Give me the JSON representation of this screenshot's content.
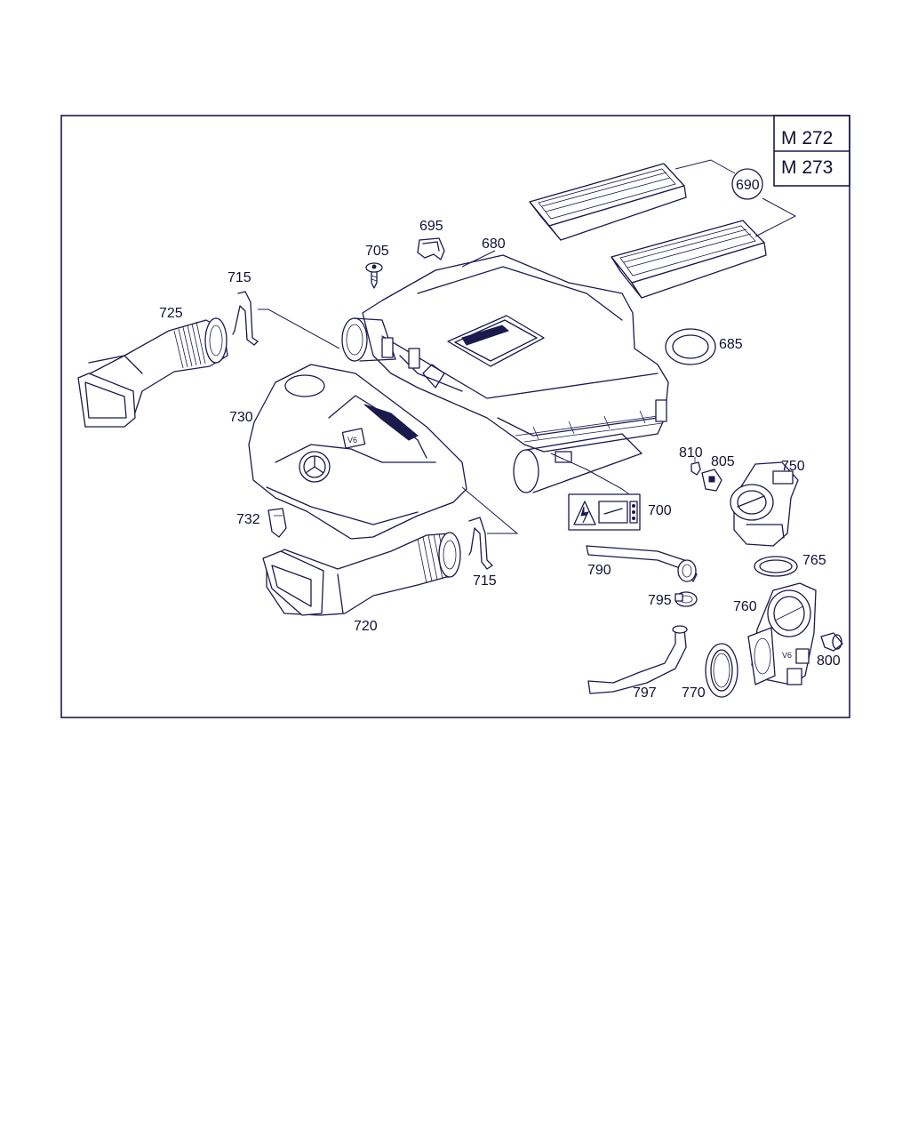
{
  "engine_codes": [
    "M 272",
    "M 273"
  ],
  "callouts": {
    "p690": "690",
    "p695": "695",
    "p705": "705",
    "p680": "680",
    "p715a": "715",
    "p725": "725",
    "p685": "685",
    "p730": "730",
    "p810": "810",
    "p805": "805",
    "p750": "750",
    "p700": "700",
    "p732": "732",
    "p790": "790",
    "p765": "765",
    "p715b": "715",
    "p795": "795",
    "p760": "760",
    "p720": "720",
    "p800": "800",
    "p797": "797",
    "p770": "770"
  }
}
